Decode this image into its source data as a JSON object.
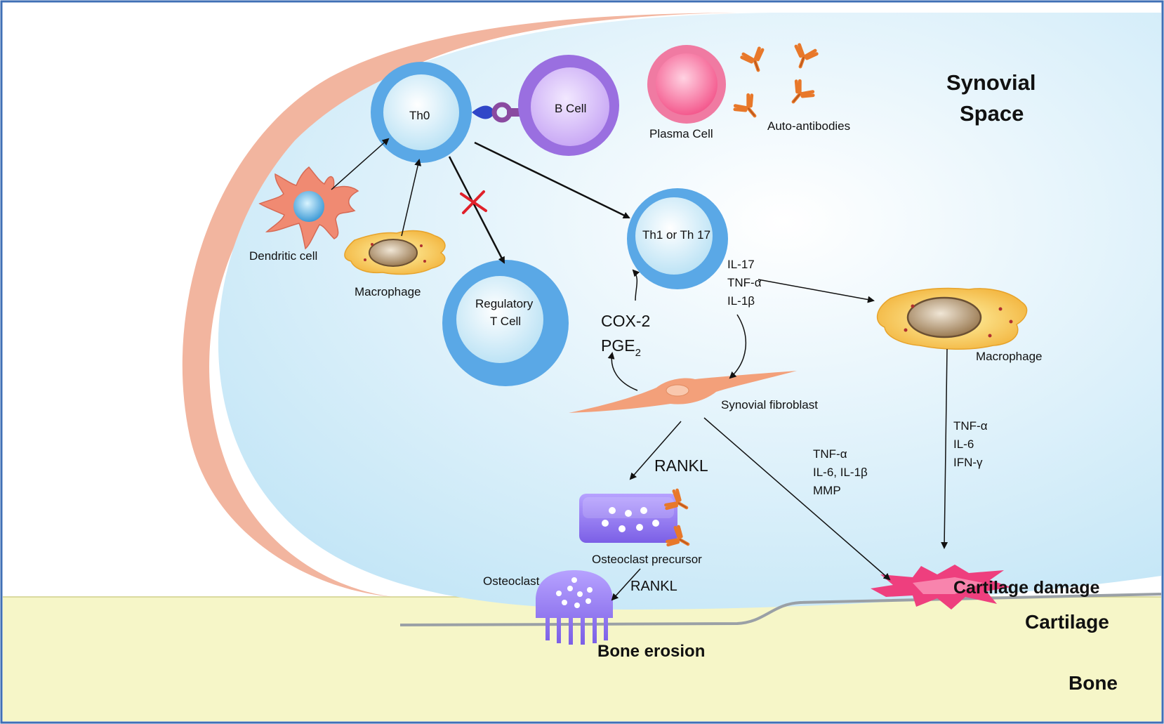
{
  "labels": {
    "synovial_space_line1": "Synovial",
    "synovial_space_line2": "Space",
    "th0": "Th0",
    "b_cell": "B Cell",
    "plasma_cell": "Plasma Cell",
    "auto_antibodies": "Auto-antibodies",
    "dendritic_cell": "Dendritic cell",
    "macrophage_left": "Macrophage",
    "regulatory_t_line1": "Regulatory",
    "regulatory_t_line2": "T Cell",
    "th1_th17": "Th1 or Th 17",
    "cyto1_a": "IL-17",
    "cyto1_b": "TNF-α",
    "cyto1_c": "IL-1β",
    "cox2": "COX-2",
    "pge2_main": "PGE",
    "pge2_sub": "2",
    "macrophage_right": "Macrophage",
    "synovial_fibroblast": "Synovial fibroblast",
    "rankl_1": "RANKL",
    "cyto2_a": "TNF-α",
    "cyto2_b": "IL-6, IL-1β",
    "cyto2_c": "MMP",
    "cyto3_a": "TNF-α",
    "cyto3_b": "IL-6",
    "cyto3_c": "IFN-γ",
    "osteoclast_precursor": "Osteoclast precursor",
    "osteoclast": "Osteoclast",
    "rankl_2": "RANKL",
    "cartilage_damage": "Cartilage damage",
    "cartilage": "Cartilage",
    "bone_erosion": "Bone erosion",
    "bone": "Bone"
  },
  "colors": {
    "frame": "#3f6fb5",
    "bone": "#f6f6c8",
    "synovium_rim": "#f2b59f",
    "t_cell_blue": "#5aa8e6",
    "b_cell_purple": "#9a6fe0",
    "plasma_pink": "#f07aa2",
    "antibody_orange": "#e8782a",
    "osteoclast_purple": "#8b6ff0",
    "damage_pink": "#ee3f7e",
    "inhibit_red": "#e0202a"
  }
}
